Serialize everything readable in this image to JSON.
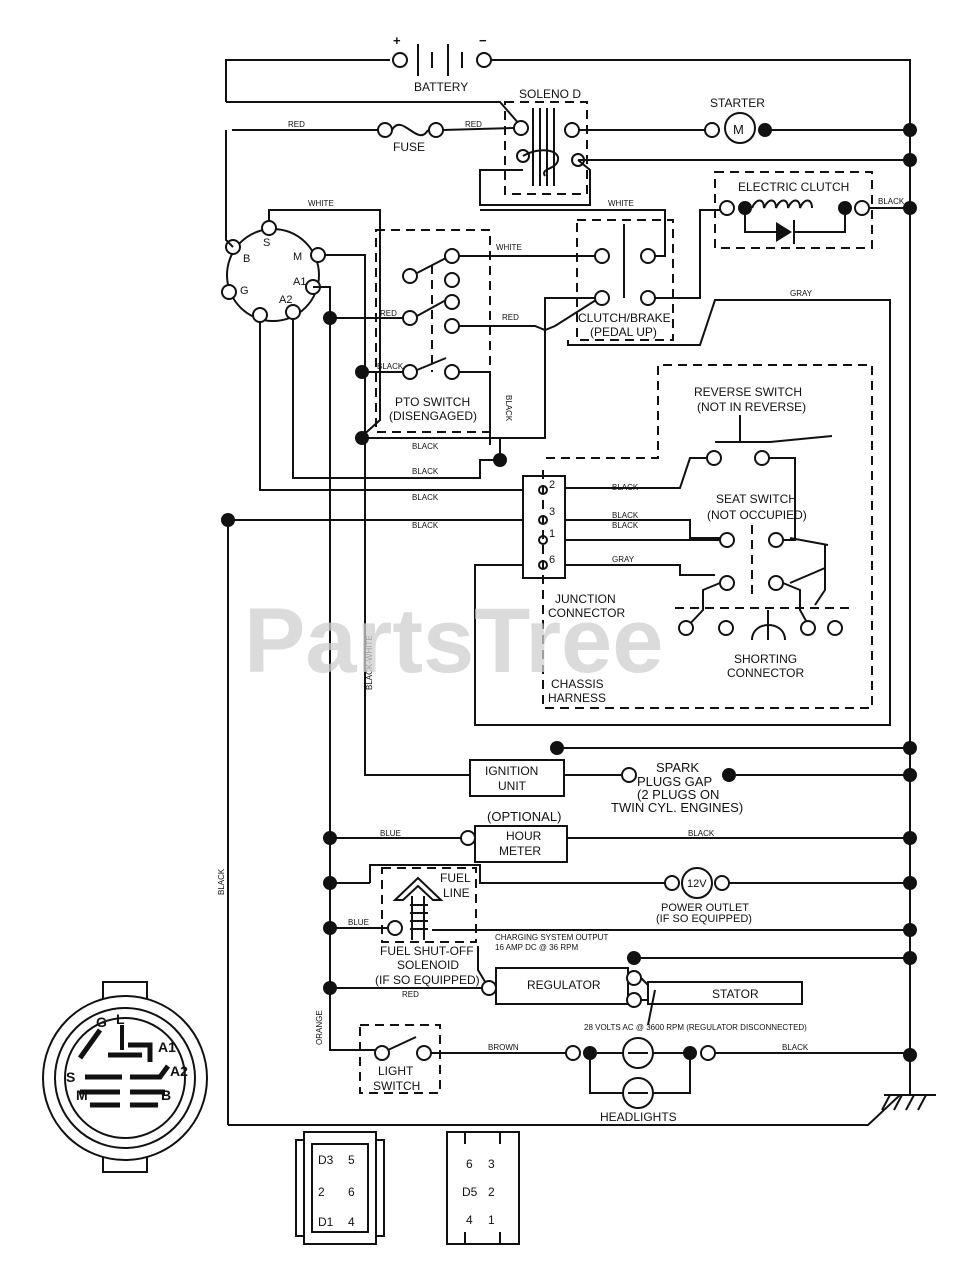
{
  "watermark": "PartsTree",
  "components": {
    "battery": "BATTERY",
    "battery_pos": "+",
    "battery_neg": "−",
    "solenoid": "SOLENO D",
    "starter": "STARTER",
    "starter_m": "M",
    "fuse": "FUSE",
    "electric_clutch": "ELECTRIC CLUTCH",
    "clutch_brake_1": "CLUTCH/BRAKE",
    "clutch_brake_2": "(PEDAL UP)",
    "pto_switch_1": "PTO SWITCH",
    "pto_switch_2": "(DISENGAGED)",
    "reverse_switch_1": "REVERSE SWITCH",
    "reverse_switch_2": "(NOT IN REVERSE)",
    "seat_switch_1": "SEAT SWITCH",
    "seat_switch_2": "(NOT OCCUPIED)",
    "junction_1": "JUNCTION",
    "junction_2": "CONNECTOR",
    "chassis_1": "CHASSIS",
    "chassis_2": "HARNESS",
    "shorting_1": "SHORTING",
    "shorting_2": "CONNECTOR",
    "ignition_1": "IGNITION",
    "ignition_2": "UNIT",
    "spark_1": "SPARK",
    "spark_2": "PLUGS GAP",
    "spark_3": "(2 PLUGS ON",
    "spark_4": "TWIN CYL. ENGINES)",
    "hour_opt": "(OPTIONAL)",
    "hour_1": "HOUR",
    "hour_2": "METER",
    "fuel_1": "FUEL",
    "fuel_2": "LINE",
    "outlet_v": "12V",
    "outlet_1": "POWER OUTLET",
    "outlet_2": "(IF SO EQUIPPED)",
    "fuel_sol_1": "FUEL SHUT-OFF",
    "fuel_sol_2": "SOLENOID",
    "fuel_sol_3": "(IF SO EQUIPPED)",
    "charging_1": "CHARGING SYSTEM OUTPUT",
    "charging_2": "16 AMP DC @ 36 RPM",
    "regulator": "REGULATOR",
    "stator": "STATOR",
    "ac_note": "28 VOLTS AC @ 3600 RPM (REGULATOR DISCONNECTED)",
    "light_1": "LIGHT",
    "light_2": "SWITCH",
    "headlights": "HEADLIGHTS"
  },
  "ignition_switch": {
    "b": "B",
    "s": "S",
    "m": "M",
    "g": "G",
    "a1": "A1",
    "a2": "A2"
  },
  "junction_pins": [
    "2",
    "3",
    "1",
    "6"
  ],
  "wires": {
    "red": "RED",
    "white": "WHITE",
    "black": "BLACK",
    "gray": "GRAY",
    "blue": "BLUE",
    "orange": "ORANGE",
    "brown": "BROWN",
    "black_white": "BLACK-WHITE"
  },
  "key_switch_face": {
    "g": "G",
    "l": "L",
    "a1": "A1",
    "a2": "A2",
    "s": "S",
    "m": "M",
    "b": "B"
  },
  "connector_left": [
    "D3",
    "5",
    "2",
    "6",
    "D1",
    "4"
  ],
  "connector_right": [
    "6",
    "3",
    "D5",
    "2",
    "4",
    "1"
  ]
}
